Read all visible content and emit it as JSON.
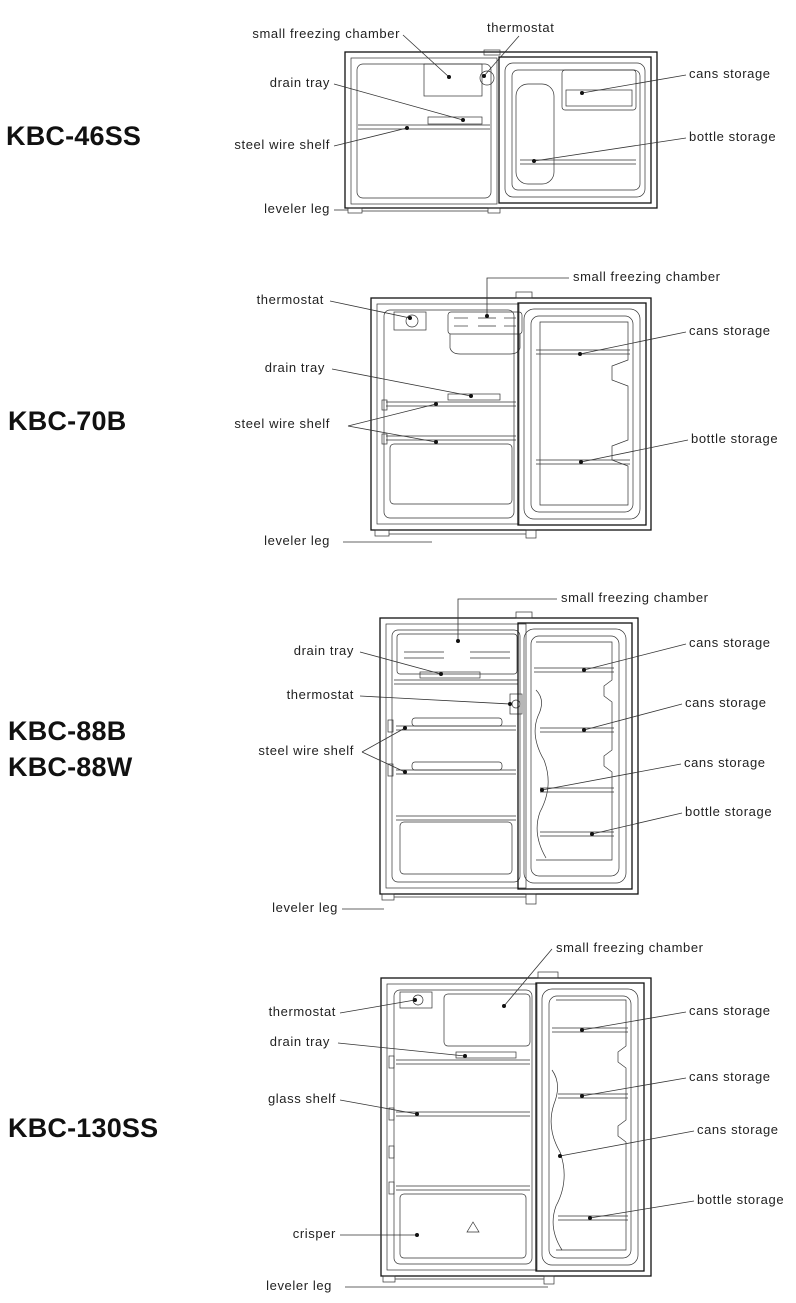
{
  "models": {
    "m1": "KBC-46SS",
    "m2": "KBC-70B",
    "m3a": "KBC-88B",
    "m3b": "KBC-88W",
    "m4": "KBC-130SS"
  },
  "labels": {
    "small_freezing_chamber": "small freezing chamber",
    "thermostat": "thermostat",
    "drain_tray": "drain tray",
    "steel_wire_shelf": "steel wire shelf",
    "leveler_leg": "leveler leg",
    "cans_storage": "cans storage",
    "bottle_storage": "bottle storage",
    "glass_shelf": "glass shelf",
    "crisper": "crisper"
  }
}
